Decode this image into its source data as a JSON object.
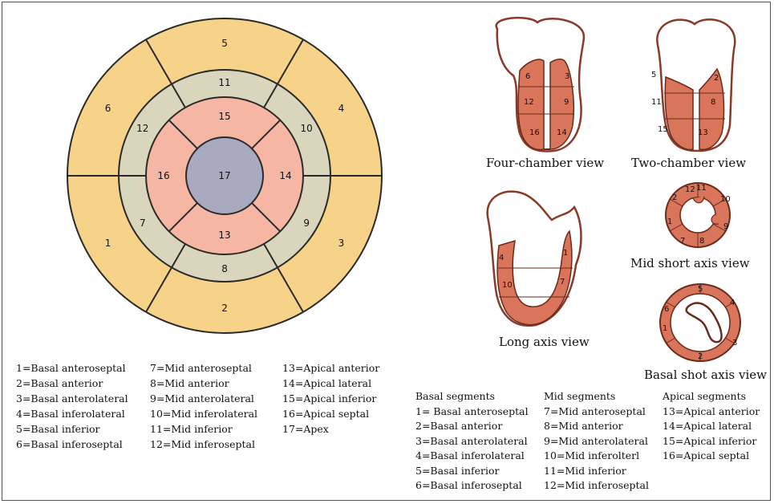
{
  "bullseye": {
    "segments": [
      {
        "id": "1"
      },
      {
        "id": "2"
      },
      {
        "id": "3"
      },
      {
        "id": "4"
      },
      {
        "id": "5"
      },
      {
        "id": "6"
      },
      {
        "id": "7"
      },
      {
        "id": "8"
      },
      {
        "id": "9"
      },
      {
        "id": "10"
      },
      {
        "id": "11"
      },
      {
        "id": "12"
      },
      {
        "id": "13"
      },
      {
        "id": "14"
      },
      {
        "id": "15"
      },
      {
        "id": "16"
      },
      {
        "id": "17"
      }
    ],
    "colors": {
      "basal": "#f7d389",
      "mid": "#d9d6bd",
      "apical": "#f5b7a4",
      "apex": "#a9a9bf",
      "outline": "#2a2a2a"
    }
  },
  "legend_left": [
    [
      "1=Basal anteroseptal",
      "2=Basal anterior",
      "3=Basal anterolateral",
      "4=Basal inferolateral",
      "5=Basal inferior",
      "6=Basal inferoseptal"
    ],
    [
      "7=Mid anteroseptal",
      "8=Mid anterior",
      "9=Mid anterolateral",
      "10=Mid inferolateral",
      "11=Mid inferior",
      "12=Mid inferoseptal"
    ],
    [
      "13=Apical anterior",
      "14=Apical lateral",
      "15=Apical inferior",
      "16=Apical septal",
      "17=Apex"
    ]
  ],
  "legend_right": {
    "headers": [
      "Basal segments",
      "Mid segments",
      "Apical segments"
    ],
    "basal": [
      "1= Basal anteroseptal",
      "2=Basal anterior",
      "3=Basal anterolateral",
      "4=Basal inferolateral",
      "5=Basal inferior",
      "6=Basal inferoseptal"
    ],
    "mid": [
      "7=Mid anteroseptal",
      "8=Mid anterior",
      "9=Mid anterolateral",
      "10=Mid inferolterl",
      "11=Mid inferior",
      "12=Mid inferoseptal"
    ],
    "apical": [
      "13=Apical anterior",
      "14=Apical lateral",
      "15=Apical inferior",
      "16=Apical septal"
    ]
  },
  "views": {
    "four_chamber": {
      "caption": "Four-chamber view",
      "labels": [
        "6",
        "3",
        "12",
        "9",
        "16",
        "14"
      ]
    },
    "two_chamber": {
      "caption": "Two-chamber view",
      "labels": [
        "5",
        "2",
        "11",
        "8",
        "15",
        "13"
      ]
    },
    "long_axis": {
      "caption": "Long axis view",
      "labels": [
        "4",
        "1",
        "10",
        "7"
      ]
    },
    "mid_short_axis": {
      "caption": "Mid short axis view",
      "labels": [
        "11",
        "10",
        "2",
        "12",
        "1",
        "9",
        "7",
        "8"
      ]
    },
    "basal_short_axis": {
      "caption": "Basal shot axis view",
      "labels": [
        "5",
        "6",
        "4",
        "1",
        "3",
        "2"
      ]
    }
  },
  "view_color": "#d9755a"
}
